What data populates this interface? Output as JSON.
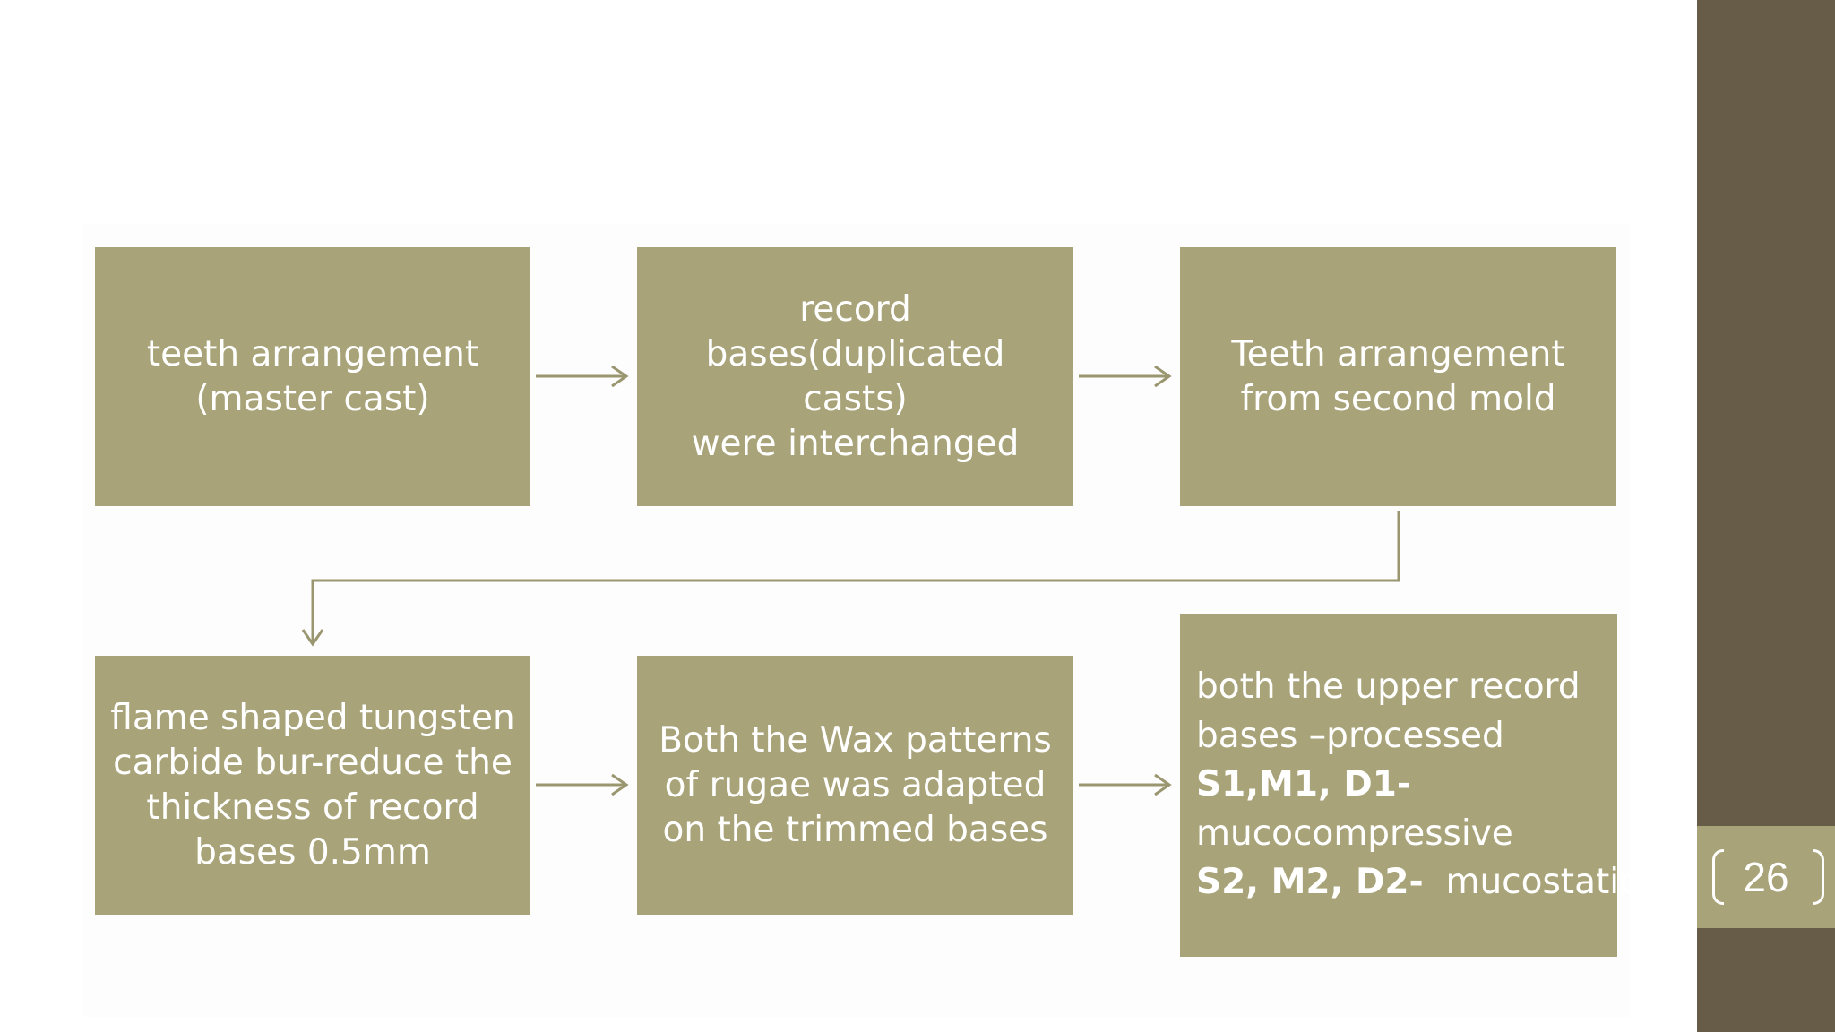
{
  "slide": {
    "page_number": "26",
    "colors": {
      "box": "#a8a378",
      "sidebar": "#675c47",
      "connector": "#9a9670",
      "text": "#ffffff"
    }
  },
  "flowchart": {
    "boxes": [
      {
        "id": "teeth-arrangement-master-cast",
        "lines": [
          "teeth arrangement",
          "(master cast)"
        ]
      },
      {
        "id": "record-bases-interchanged",
        "lines": [
          "record",
          "bases(duplicated casts)",
          "were interchanged"
        ]
      },
      {
        "id": "teeth-arrangement-second-mold",
        "lines": [
          "Teeth arrangement",
          "from second mold"
        ]
      },
      {
        "id": "flame-shaped-bur",
        "lines": [
          "flame shaped tungsten",
          "carbide bur-reduce the",
          "thickness of record",
          "bases 0.5mm"
        ]
      },
      {
        "id": "wax-patterns-rugae",
        "lines": [
          "Both the Wax patterns",
          "of rugae was adapted",
          "on the trimmed bases"
        ]
      },
      {
        "id": "upper-record-bases-processed",
        "line1": "both the upper record",
        "line2": "bases –processed",
        "line3_bold": "S1,M1, D1-",
        "line4": "mucocompressive",
        "line5_bold": "S2, M2, D2-",
        "line5_rest": "  mucostatic"
      }
    ]
  }
}
